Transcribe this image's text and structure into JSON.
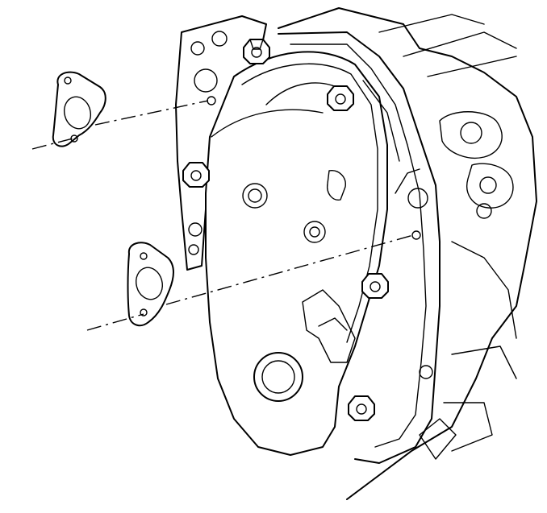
{
  "diagram": {
    "parts": [
      {
        "name": "upper-gasket",
        "icon": "gasket-icon"
      },
      {
        "name": "lower-gasket",
        "icon": "gasket-icon"
      },
      {
        "name": "engine-front-cover",
        "icon": "cover-icon"
      },
      {
        "name": "cover-bolts",
        "icon": "bolt-icon"
      }
    ],
    "line_color": "#000000",
    "background": "#ffffff"
  }
}
